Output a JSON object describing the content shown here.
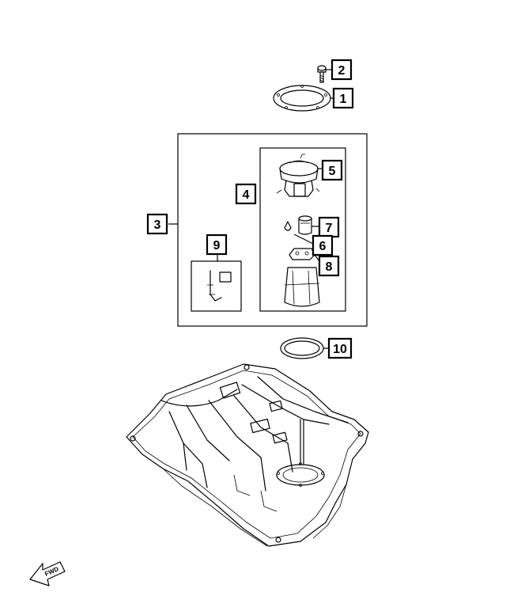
{
  "callouts": [
    {
      "id": "c1",
      "label": "1"
    },
    {
      "id": "c2",
      "label": "2"
    },
    {
      "id": "c3",
      "label": "3"
    },
    {
      "id": "c4",
      "label": "4"
    },
    {
      "id": "c5",
      "label": "5"
    },
    {
      "id": "c6",
      "label": "6"
    },
    {
      "id": "c7",
      "label": "7"
    },
    {
      "id": "c8",
      "label": "8"
    },
    {
      "id": "c9",
      "label": "9"
    },
    {
      "id": "c10",
      "label": "10"
    }
  ],
  "direction_arrow": {
    "text": "FWD",
    "icon": "forward-arrow-icon"
  },
  "colors": {
    "line": "#000000",
    "background": "#ffffff"
  }
}
